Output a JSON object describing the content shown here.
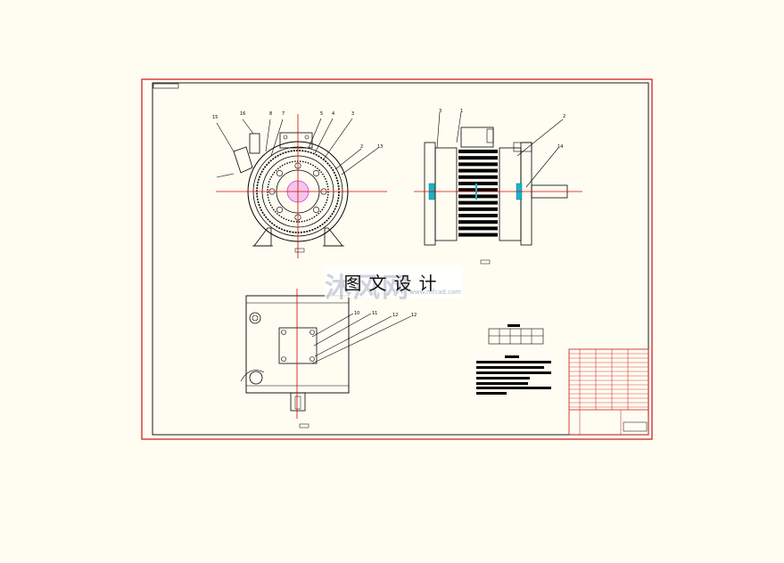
{
  "watermark": {
    "logo": "沐风网",
    "text": "图文设计",
    "url": "www.mfcad.com"
  },
  "colors": {
    "frame_red": "#d01010",
    "line_black": "#000000",
    "center_red": "#e00000",
    "cyan": "#19b3c9",
    "magenta": "#d040d0",
    "background": "#fffdf2"
  },
  "views": {
    "front": {
      "balloons": [
        "15",
        "16",
        "8",
        "7",
        "5",
        "4",
        "3",
        "2",
        "13"
      ]
    },
    "side": {
      "balloons": [
        "3",
        "1",
        "2",
        "14"
      ]
    },
    "top": {
      "balloons": [
        "10",
        "11",
        "12",
        "12"
      ]
    }
  }
}
